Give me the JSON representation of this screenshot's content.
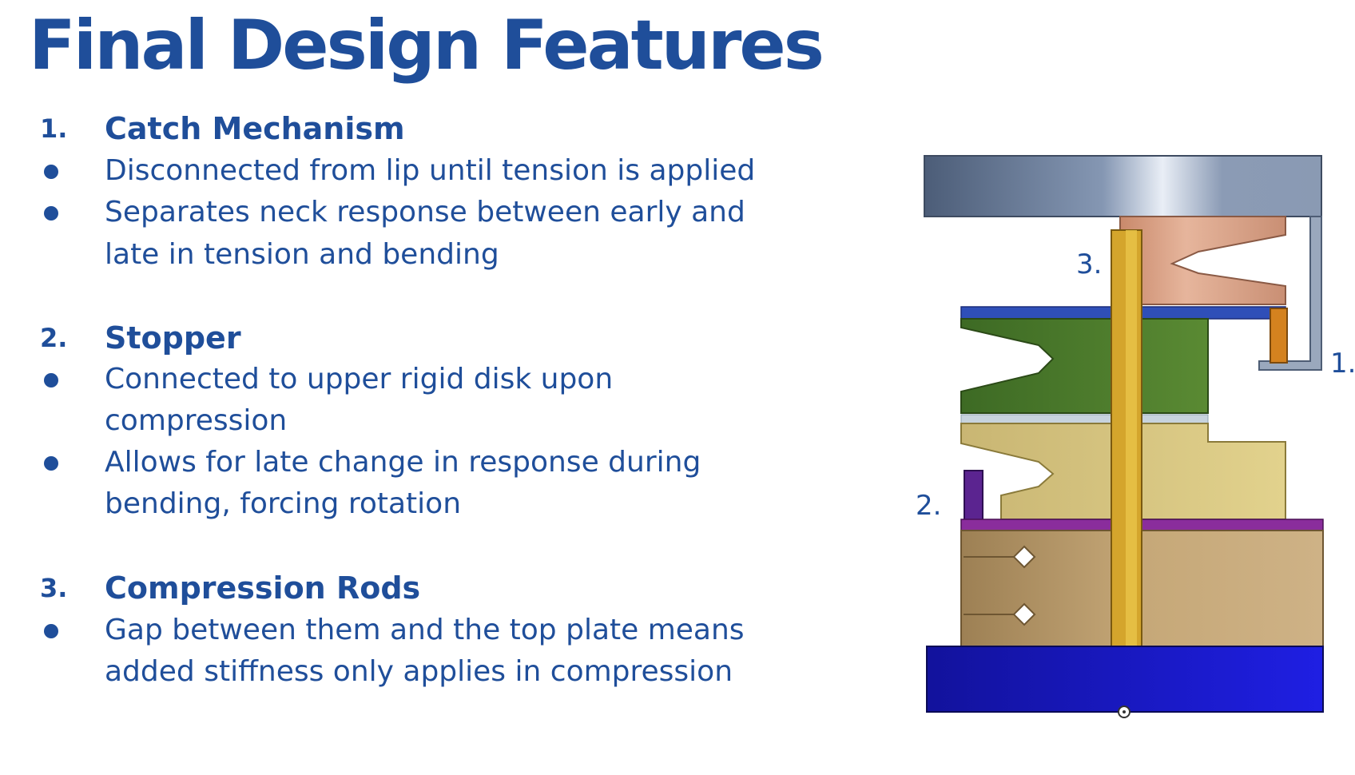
{
  "title": "Final Design Features",
  "features": [
    {
      "number": "1.",
      "heading": "Catch Mechanism",
      "bullets": [
        [
          "Disconnected from lip until tension is applied"
        ],
        [
          "Separates neck response between early and",
          "late in tension and bending"
        ]
      ]
    },
    {
      "number": "2.",
      "heading": "Stopper",
      "bullets": [
        [
          "Connected to upper rigid disk upon",
          "compression"
        ],
        [
          "Allows for late change in response during",
          "bending, forcing rotation"
        ]
      ]
    },
    {
      "number": "3.",
      "heading": "Compression Rods",
      "bullets": [
        [
          "Gap between them and the top plate means",
          "added stiffness only applies in compression"
        ]
      ]
    }
  ],
  "diagram": {
    "labels": [
      "1.",
      "2.",
      "3."
    ],
    "colors": {
      "text": "#1f4e9a",
      "top_plate": "#8597b3",
      "catch_bracket": "#9aa8bd",
      "copper_part": "#d19a80",
      "catch_block": "#d4821f",
      "upper_disk_strip": "#2f4fb8",
      "green_segment": "#4b7a2a",
      "light_strip": "#c7d3dd",
      "yellow_segment": "#ddcc85",
      "stopper": "#5b2490",
      "purple_strip": "#8a2d9c",
      "tan_block": "#c2a475",
      "rod": "#d4a52c",
      "base_plate": "#1b1bd2"
    }
  }
}
